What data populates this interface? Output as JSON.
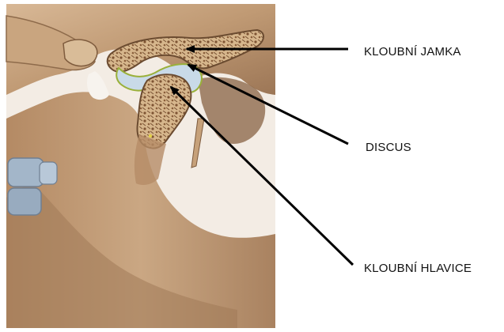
{
  "labels": {
    "fossa": "KLOUBNÍ JAMKA",
    "discus": "DISCUS",
    "condyle": "KLOUBNÍ HLAVICE"
  },
  "colors": {
    "background": "#ffffff",
    "bone": "#c7a27a",
    "bone_shadow": "#8e6b4b",
    "bone_light": "#e4cdb0",
    "cancellous": "#a9764a",
    "disc": "#c8d8e6",
    "synovium": "#a9b83c",
    "teeth": "#9fb2c6",
    "arrow": "#000000",
    "text": "#111111"
  },
  "icons": [
    "arrow-head",
    "arrow-line"
  ]
}
